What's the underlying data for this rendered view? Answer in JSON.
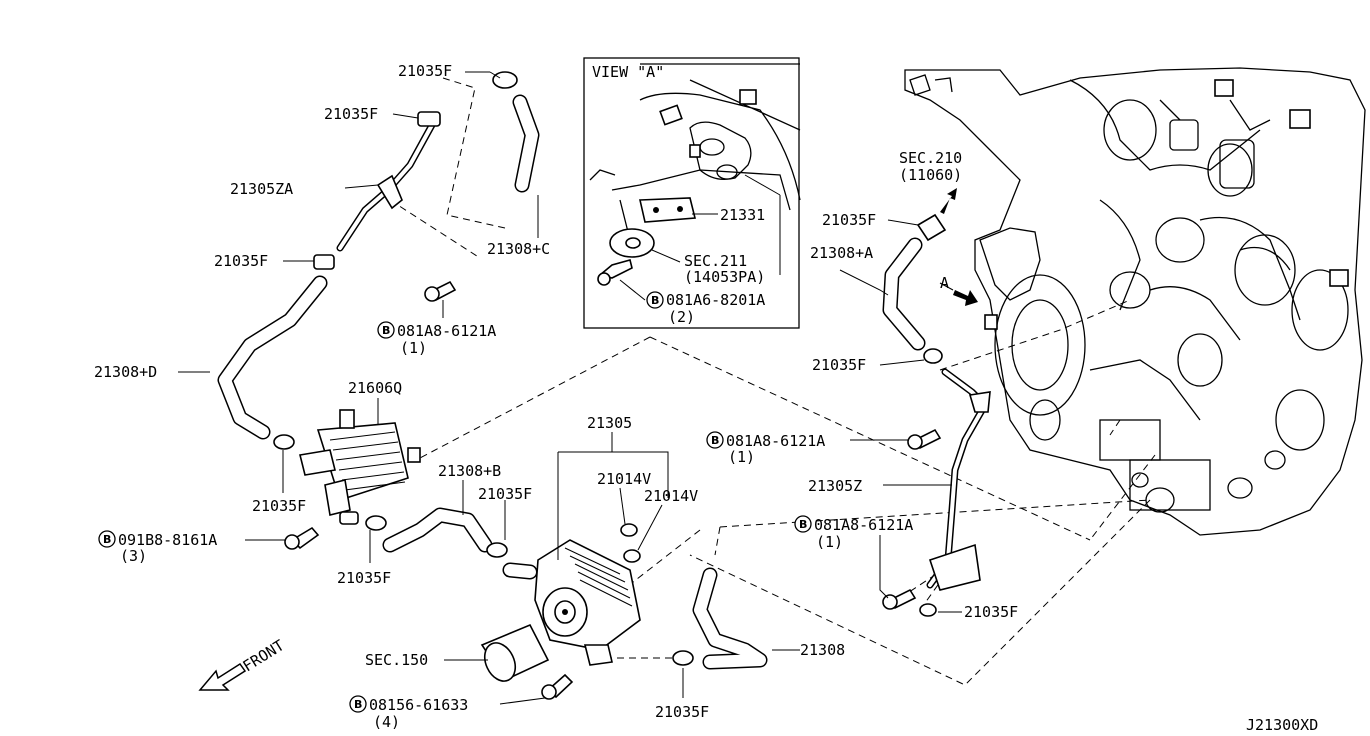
{
  "diagram_id": "J21300XD",
  "labels": {
    "clamp_top_a": "21035F",
    "clamp_top_b": "21035F",
    "tube_21305za": "21305ZA",
    "hose_21308c": "21308+C",
    "clamp_mid_left": "21035F",
    "bolt_left_top": "081A8-6121A",
    "bolt_left_top_qty": "(1)",
    "hose_21308d": "21308+D",
    "cooler_21606q": "21606Q",
    "clamp_left_lower": "21035F",
    "bolt_left_low": "091B8-8161A",
    "bolt_left_low_qty": "(3)",
    "clamp_left_bottom": "21035F",
    "hose_21308b": "21308+B",
    "clamp_center": "21035F",
    "oil_cooler": "21305",
    "oring_a": "21014V",
    "oring_b": "21014V",
    "sec150": "SEC.150",
    "bolt_bottom": "08156-61633",
    "bolt_bottom_qty": "(4)",
    "clamp_bottom": "21035F",
    "hose_21308": "21308",
    "front": "FRONT",
    "view_a_title": "VIEW \"A\"",
    "gasket_21331": "21331",
    "sec211": "SEC.211",
    "sec211_ref": "(14053PA)",
    "bolt_view": "081A6-8201A",
    "bolt_view_qty": "(2)",
    "sec210": "SEC.210",
    "sec210_ref": "(11060)",
    "clamp_right_top": "21035F",
    "hose_21308a": "21308+A",
    "arrow_a": "A",
    "clamp_right_mid": "21035F",
    "bolt_right_top": "081A8-6121A",
    "bolt_right_top_qty": "(1)",
    "tube_21305z": "21305Z",
    "bolt_right_low": "081A8-6121A",
    "bolt_right_low_qty": "(1)",
    "clamp_right_bottom": "21035F"
  }
}
